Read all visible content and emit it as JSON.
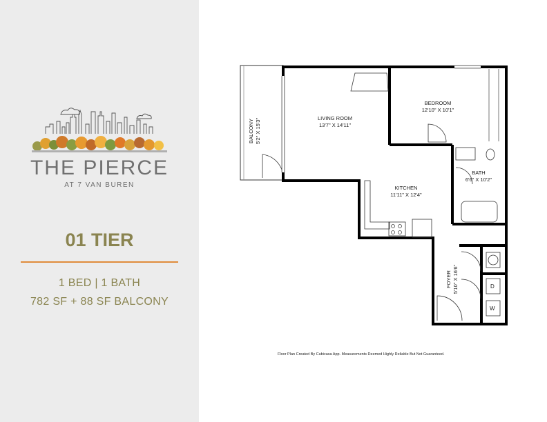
{
  "brand": {
    "name": "THE PIERCE",
    "subtitle": "AT 7 VAN BUREN"
  },
  "tier": "01 TIER",
  "specs": {
    "beds_baths": "1 BED | 1 BATH",
    "area": "782 SF + 88 SF BALCONY"
  },
  "colors": {
    "sidebar_bg": "#ececec",
    "accent_olive": "#8a8450",
    "accent_orange": "#e08b3a",
    "wall": "#000000"
  },
  "rooms": [
    {
      "name": "LIVING ROOM",
      "dims": "13'7\" X 14'11\""
    },
    {
      "name": "BEDROOM",
      "dims": "12'10\" X 10'1\""
    },
    {
      "name": "BALCONY",
      "dims": "5'2\" X 15'3\""
    },
    {
      "name": "KITCHEN",
      "dims": "11'11\" X 12'4\""
    },
    {
      "name": "BATH",
      "dims": "6'6\" X 10'2\""
    },
    {
      "name": "FOYER",
      "dims": "5'10\" X 16'6\""
    }
  ],
  "appliances": {
    "dryer": "D",
    "washer": "W"
  },
  "disclaimer": "Floor Plan Created By Cubicasa App. Measurements Deemed Highly Reliable But Not Guaranteed."
}
